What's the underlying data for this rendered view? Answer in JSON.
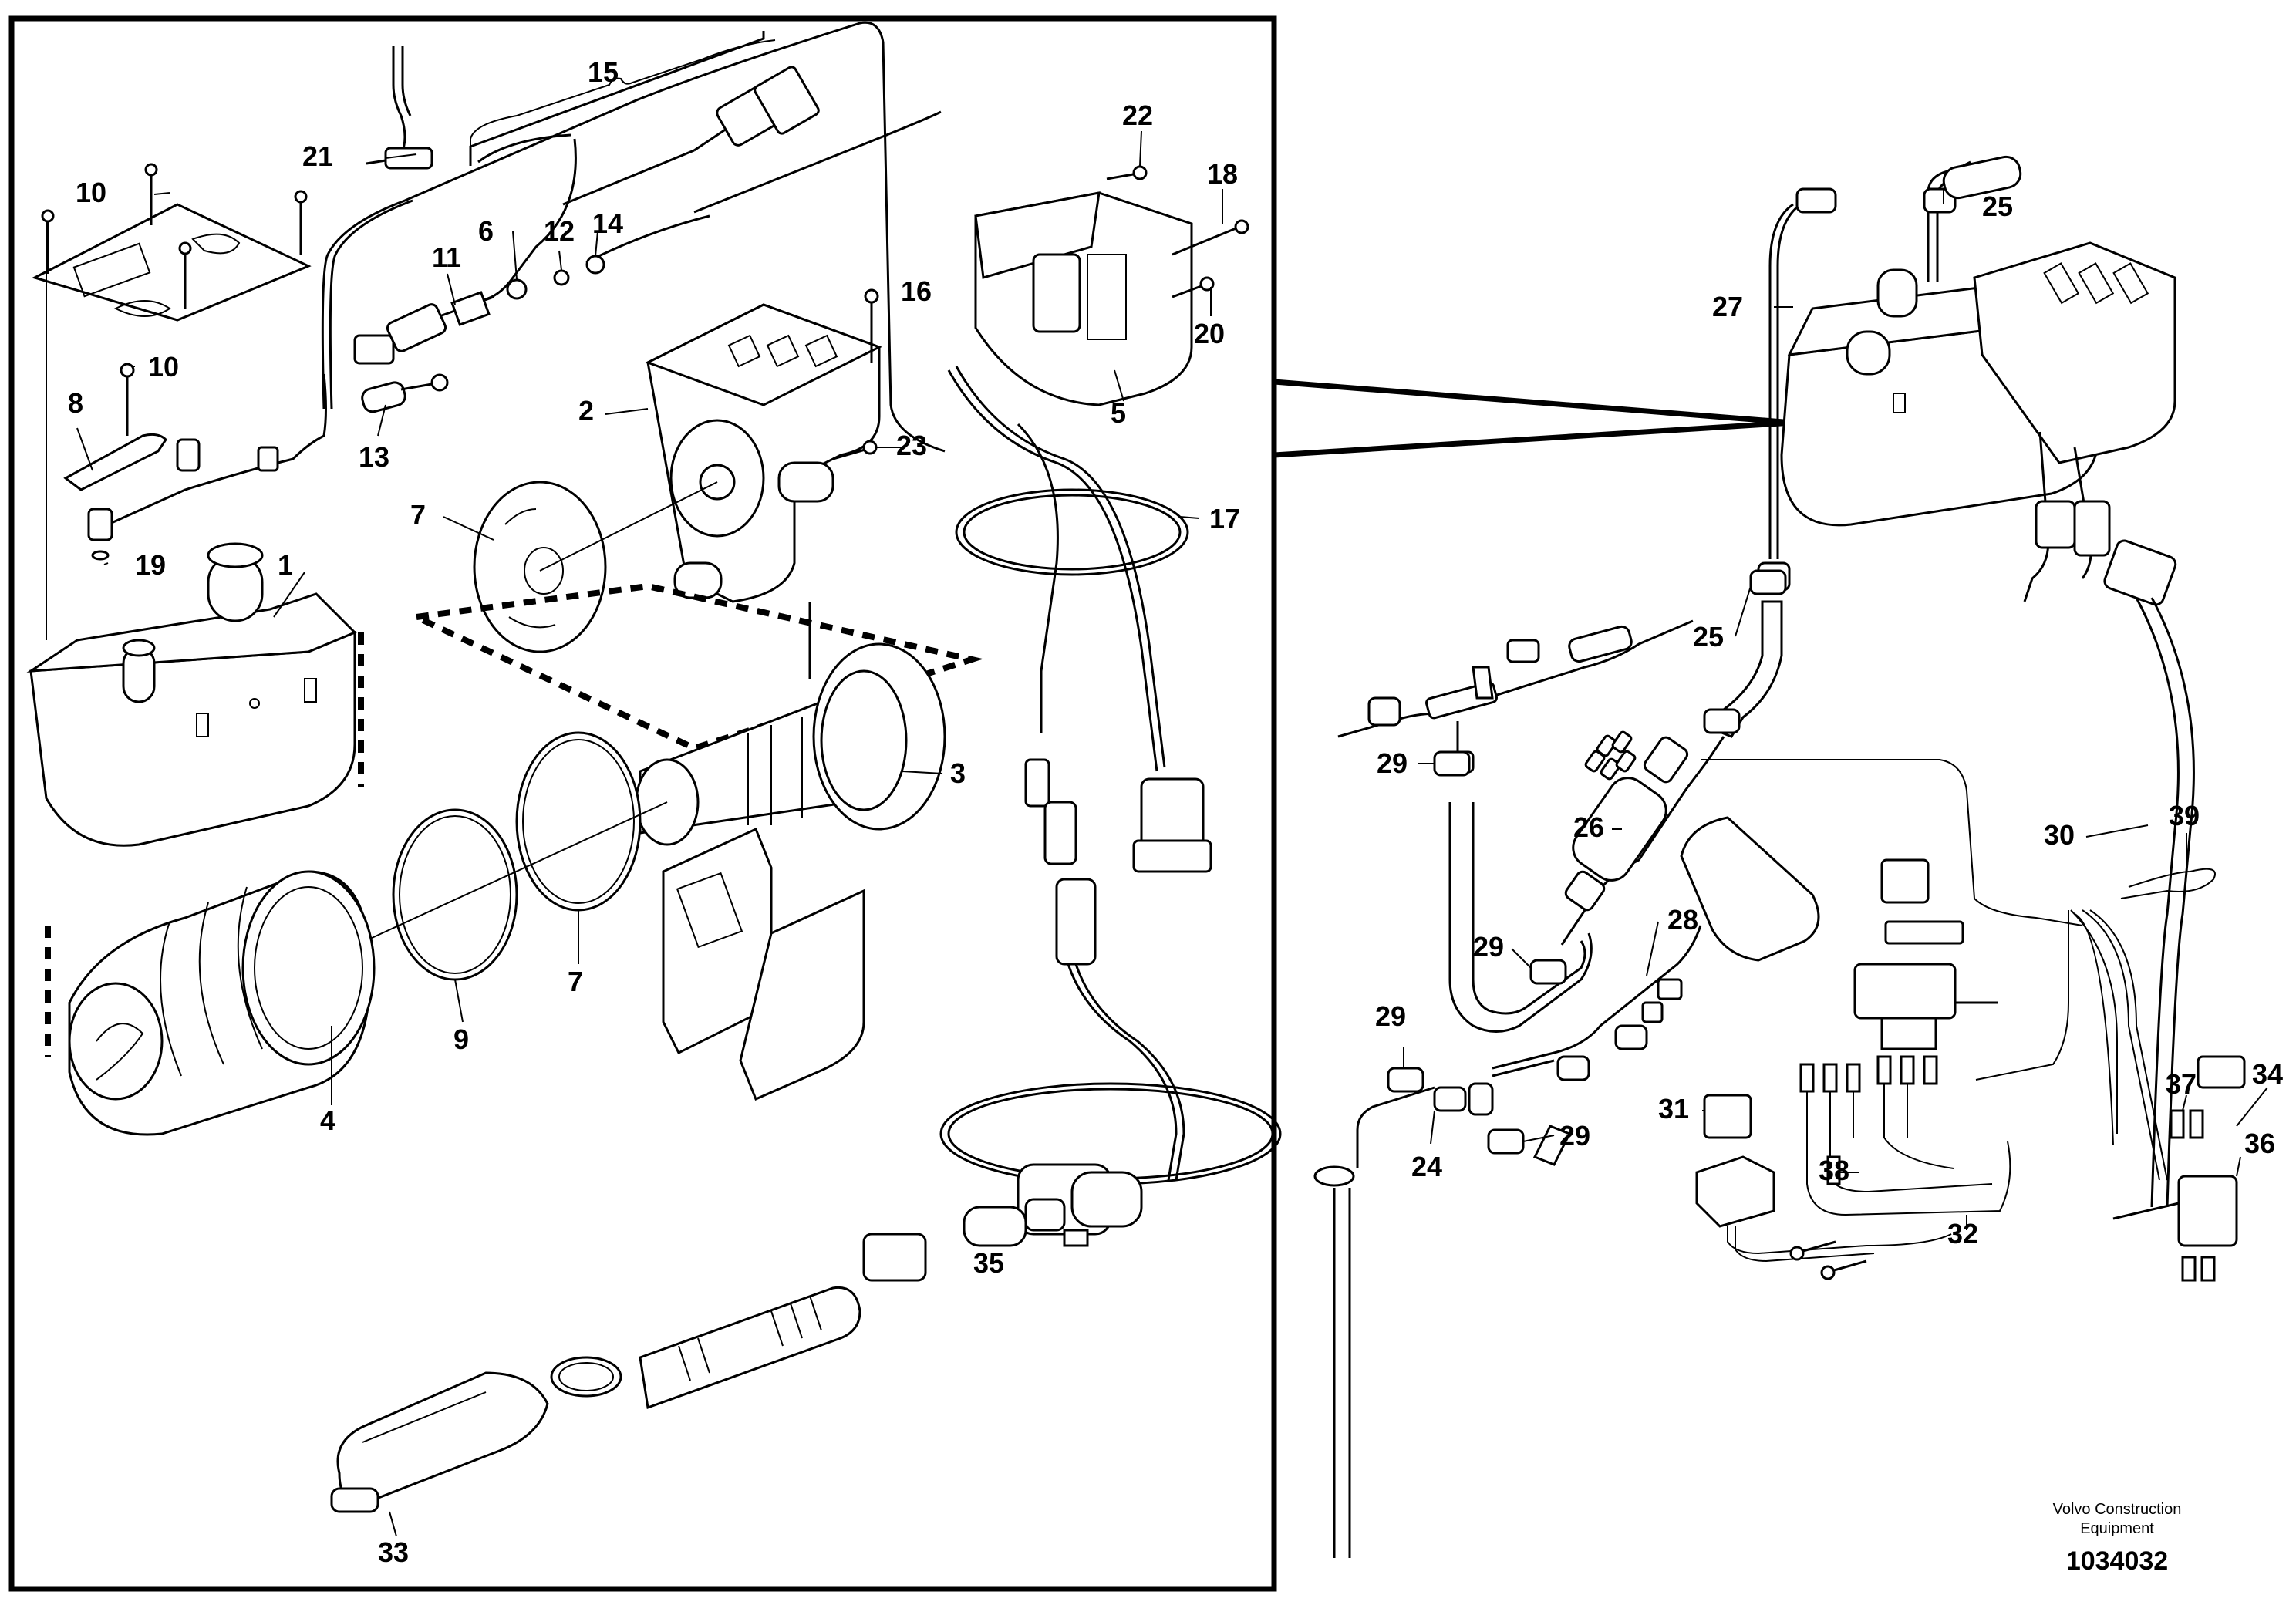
{
  "callouts": [
    {
      "id": "c1",
      "text": "1"
    },
    {
      "id": "c2",
      "text": "2"
    },
    {
      "id": "c3",
      "text": "3"
    },
    {
      "id": "c4",
      "text": "4"
    },
    {
      "id": "c5",
      "text": "5"
    },
    {
      "id": "c6",
      "text": "6"
    },
    {
      "id": "c7a",
      "text": "7"
    },
    {
      "id": "c7b",
      "text": "7"
    },
    {
      "id": "c8",
      "text": "8"
    },
    {
      "id": "c9",
      "text": "9"
    },
    {
      "id": "c10a",
      "text": "10"
    },
    {
      "id": "c10b",
      "text": "10"
    },
    {
      "id": "c11",
      "text": "11"
    },
    {
      "id": "c12",
      "text": "12"
    },
    {
      "id": "c13",
      "text": "13"
    },
    {
      "id": "c14",
      "text": "14"
    },
    {
      "id": "c15",
      "text": "15"
    },
    {
      "id": "c16",
      "text": "16"
    },
    {
      "id": "c17",
      "text": "17"
    },
    {
      "id": "c18",
      "text": "18"
    },
    {
      "id": "c19",
      "text": "19"
    },
    {
      "id": "c20",
      "text": "20"
    },
    {
      "id": "c21",
      "text": "21"
    },
    {
      "id": "c22",
      "text": "22"
    },
    {
      "id": "c23",
      "text": "23"
    },
    {
      "id": "c24",
      "text": "24"
    },
    {
      "id": "c25a",
      "text": "25"
    },
    {
      "id": "c25b",
      "text": "25"
    },
    {
      "id": "c26",
      "text": "26"
    },
    {
      "id": "c27",
      "text": "27"
    },
    {
      "id": "c28",
      "text": "28"
    },
    {
      "id": "c29a",
      "text": "29"
    },
    {
      "id": "c29b",
      "text": "29"
    },
    {
      "id": "c29c",
      "text": "29"
    },
    {
      "id": "c29d",
      "text": "29"
    },
    {
      "id": "c30",
      "text": "30"
    },
    {
      "id": "c31",
      "text": "31"
    },
    {
      "id": "c32",
      "text": "32"
    },
    {
      "id": "c33",
      "text": "33"
    },
    {
      "id": "c34",
      "text": "34"
    },
    {
      "id": "c35",
      "text": "35"
    },
    {
      "id": "c36",
      "text": "36"
    },
    {
      "id": "c37",
      "text": "37"
    },
    {
      "id": "c38",
      "text": "38"
    },
    {
      "id": "c39",
      "text": "39"
    }
  ],
  "brand": {
    "line1": "Volvo Construction",
    "line2": "Equipment"
  },
  "document_number": "1034032"
}
